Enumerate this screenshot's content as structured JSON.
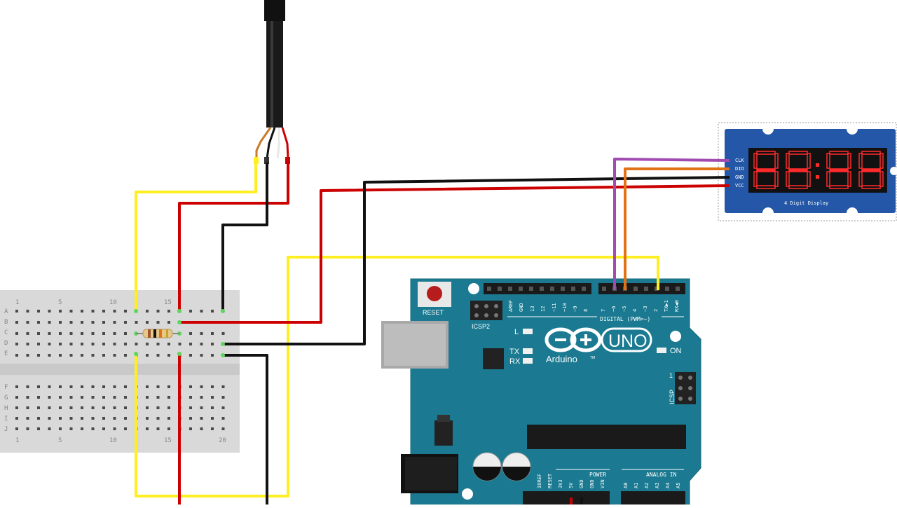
{
  "breadboard": {
    "row_letters": [
      "A",
      "B",
      "C",
      "D",
      "E",
      "F",
      "G",
      "H",
      "I",
      "J"
    ],
    "column_numbers": [
      "1",
      "5",
      "10",
      "15",
      "20"
    ]
  },
  "arduino": {
    "logo_text": "Arduino",
    "tm_mark": "TM",
    "uno_label": "UNO",
    "reset_label": "RESET",
    "icsp2_label": "ICSP2",
    "icsp_label": "ICSP",
    "icsp_pin1": "1",
    "digital_label": "DIGITAL (PWM=~)",
    "led_l": "L",
    "led_tx": "TX",
    "led_rx": "RX",
    "led_on": "ON",
    "power_label": "POWER",
    "analog_label": "ANALOG IN",
    "digital_pins": [
      "AREF",
      "GND",
      "13",
      "12",
      "~11",
      "~10",
      "~9",
      "8",
      "7",
      "~6",
      "~5",
      "4",
      "~3",
      "2",
      "TX▶1",
      "RX◀0"
    ],
    "power_pins": [
      "IOREF",
      "RESET",
      "3V3",
      "5V",
      "GND",
      "GND",
      "VIN"
    ],
    "analog_pins": [
      "A0",
      "A1",
      "A2",
      "A3",
      "A4",
      "A5"
    ]
  },
  "display": {
    "pins": [
      "CLK",
      "DIO",
      "GND",
      "VCC"
    ],
    "caption": "4 Digit Display"
  },
  "colors": {
    "board_teal": "#1b7a91",
    "wire_yellow": "#ffef22",
    "wire_red": "#cc0000",
    "wire_black": "#111111",
    "wire_purple": "#a14ab0",
    "wire_orange": "#e07315",
    "display_blue": "#2457a8",
    "segment_red": "#ff2a2a"
  }
}
